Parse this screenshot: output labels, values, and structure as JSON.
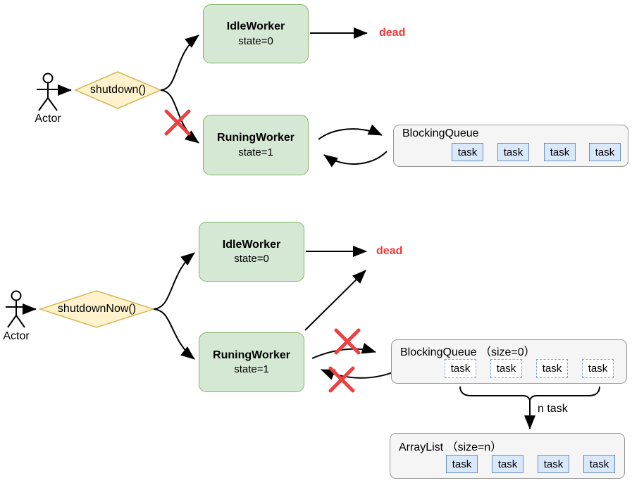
{
  "sections": {
    "top": {
      "actor_label": "Actor",
      "call_label": "shutdown()",
      "idle_worker": {
        "title": "IdleWorker",
        "state": "state=0"
      },
      "dead_label": "dead",
      "running_worker": {
        "title": "RuningWorker",
        "state": "state=1"
      },
      "queue": {
        "title": "BlockingQueue",
        "tasks": [
          "task",
          "task",
          "task",
          "task"
        ]
      }
    },
    "bottom": {
      "actor_label": "Actor",
      "call_label": "shutdownNow()",
      "idle_worker": {
        "title": "IdleWorker",
        "state": "state=0"
      },
      "dead_label": "dead",
      "running_worker": {
        "title": "RuningWorker",
        "state": "state=1"
      },
      "queue": {
        "title": "BlockingQueue （size=0）",
        "tasks": [
          "task",
          "task",
          "task",
          "task"
        ]
      },
      "transfer_label": "n task",
      "array_list": {
        "title": "ArrayList （size=n）",
        "tasks": [
          "task",
          "task",
          "task",
          "task"
        ]
      }
    }
  },
  "colors": {
    "worker_fill": "#d5e8d4",
    "worker_border": "#82b366",
    "diamond_fill": "#fff2cc",
    "diamond_border": "#d6b656",
    "task_fill": "#dae8fc",
    "task_border": "#6c8ebf",
    "dashed_task_border": "#7ea6e0",
    "container_fill": "#f5f5f5",
    "container_border": "#999999",
    "dead_text": "#ff3333",
    "cross": "#ee4040",
    "connector": "#000000"
  },
  "icons": {
    "actor": "stick-figure",
    "cancel": "red-x-cross",
    "gather": "curly-underbrace"
  }
}
